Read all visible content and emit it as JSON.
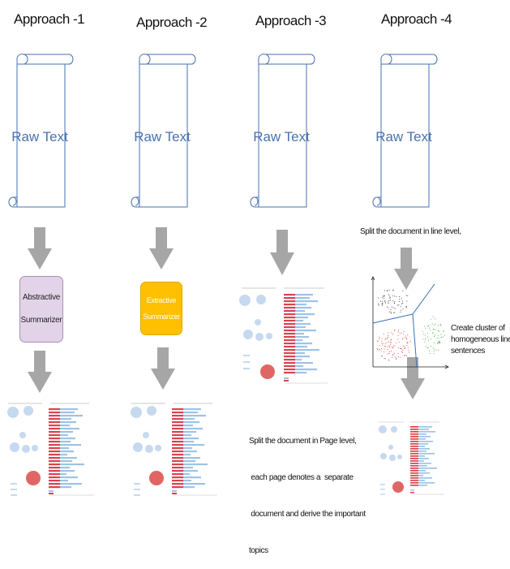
{
  "columns": [
    {
      "heading": "Approach -1",
      "scroll_text": "Raw Text",
      "box": {
        "line1": "Abstractive",
        "line2": "Summarizer",
        "fill": "#e3d3e8",
        "stroke": "#a98fb2"
      }
    },
    {
      "heading": "Approach -2",
      "scroll_text": "Raw Text",
      "box": {
        "line1": "Extractive",
        "line2": "Summarizer",
        "fill": "#ffc000",
        "stroke": "#e0a800"
      }
    },
    {
      "heading": "Approach -3",
      "scroll_text": "Raw Text",
      "note": [
        "Split the document in Page level,",
        " each page denotes a  separate",
        " document and derive the important",
        "topics"
      ]
    },
    {
      "heading": "Approach -4",
      "scroll_text": "Raw Text",
      "note_top": "Split the document in line level,",
      "note_side": [
        "Create cluster of",
        "homogeneous lines/",
        "sentences"
      ]
    }
  ],
  "colors": {
    "scroll_stroke": "#4a72b0",
    "scroll_text": "#4a72b0",
    "arrow": "#a6a6a6",
    "bar_red": "#d9434f",
    "bar_blue": "#9dc3e6",
    "bubble": "#c7d9ee",
    "bubble_red": "#e06666"
  }
}
